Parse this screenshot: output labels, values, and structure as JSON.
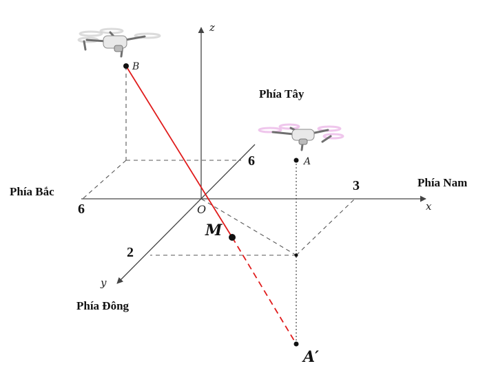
{
  "axes": {
    "x_label": "x",
    "y_label": "y",
    "z_label": "z",
    "origin_label": "O"
  },
  "points": {
    "A_label": "A",
    "B_label": "B",
    "M_label": "M",
    "A_prime_label": "A′"
  },
  "ticks": {
    "x_tick": "3",
    "y_tick": "2",
    "neg_x_tick": "6",
    "neg_y_tick": "6"
  },
  "directions": {
    "west": "Phía Tây",
    "south": "Phía Nam",
    "north": "Phía Bắc",
    "east": "Phía Đông"
  },
  "colors": {
    "segment": "#e01b1b",
    "drone_propeller_a": "#e9b3e6",
    "drone_propeller_b": "#d0d0d0"
  },
  "icons": {
    "drone_a": "drone-icon",
    "drone_b": "drone-icon"
  }
}
